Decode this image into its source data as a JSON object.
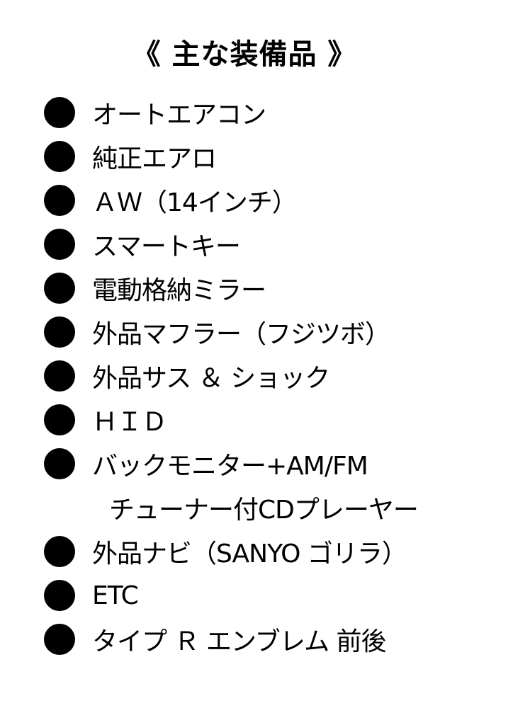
{
  "title": "《 主な装備品 》",
  "items": [
    "オートエアコン",
    "純正エアロ",
    "ＡＷ（14インチ）",
    "スマートキー",
    "電動格納ミラー",
    "外品マフラー（フジツボ）",
    "外品サス ＆ ショック",
    "ＨＩＤ",
    "バックモニター+AM/FM",
    "外品ナビ（SANYO ゴリラ）",
    "ETC",
    "タイプ Ｒ エンブレム 前後"
  ],
  "item_continuation": "チューナー付CDプレーヤー"
}
